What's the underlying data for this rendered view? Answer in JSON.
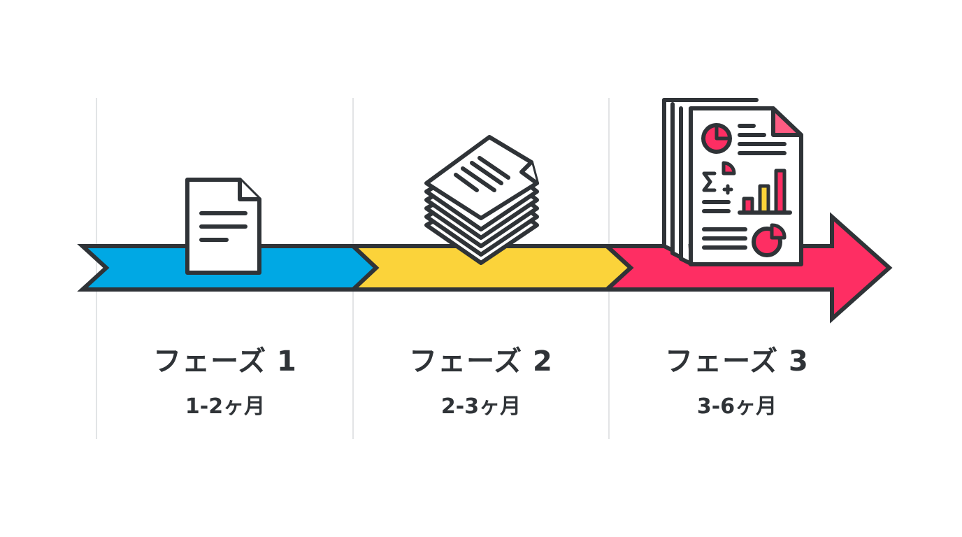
{
  "diagram": {
    "type": "timeline",
    "colors": {
      "outline": "#2f3337",
      "divider": "#e2e4e6",
      "phase1": "#00a8e4",
      "phase2": "#fbd33a",
      "phase3": "#fe2e63",
      "paper": "#ffffff"
    },
    "phases": [
      {
        "title": "フェーズ 1",
        "duration": "1-2ヶ月",
        "icon": "single-document-icon",
        "color": "#00a8e4"
      },
      {
        "title": "フェーズ 2",
        "duration": "2-3ヶ月",
        "icon": "document-stack-icon",
        "color": "#fbd33a"
      },
      {
        "title": "フェーズ 3",
        "duration": "3-6ヶ月",
        "icon": "report-with-charts-icon",
        "color": "#fe2e63"
      }
    ]
  }
}
